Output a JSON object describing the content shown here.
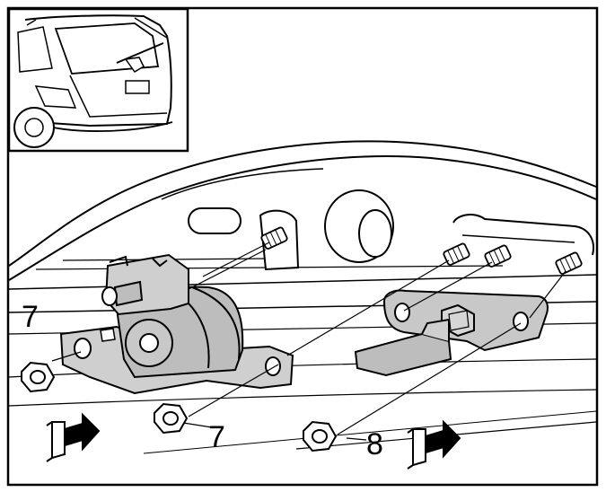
{
  "callouts": {
    "left_nut_label": "7",
    "center_nut_label": "7",
    "right_nut_label": "8"
  },
  "colors": {
    "line": "#000000",
    "part_fill": "#c8c8c8",
    "background": "#ffffff"
  },
  "icons": [
    "inset-vehicle-icon",
    "nut-icon",
    "stud-icon",
    "direction-arrow-icon"
  ]
}
